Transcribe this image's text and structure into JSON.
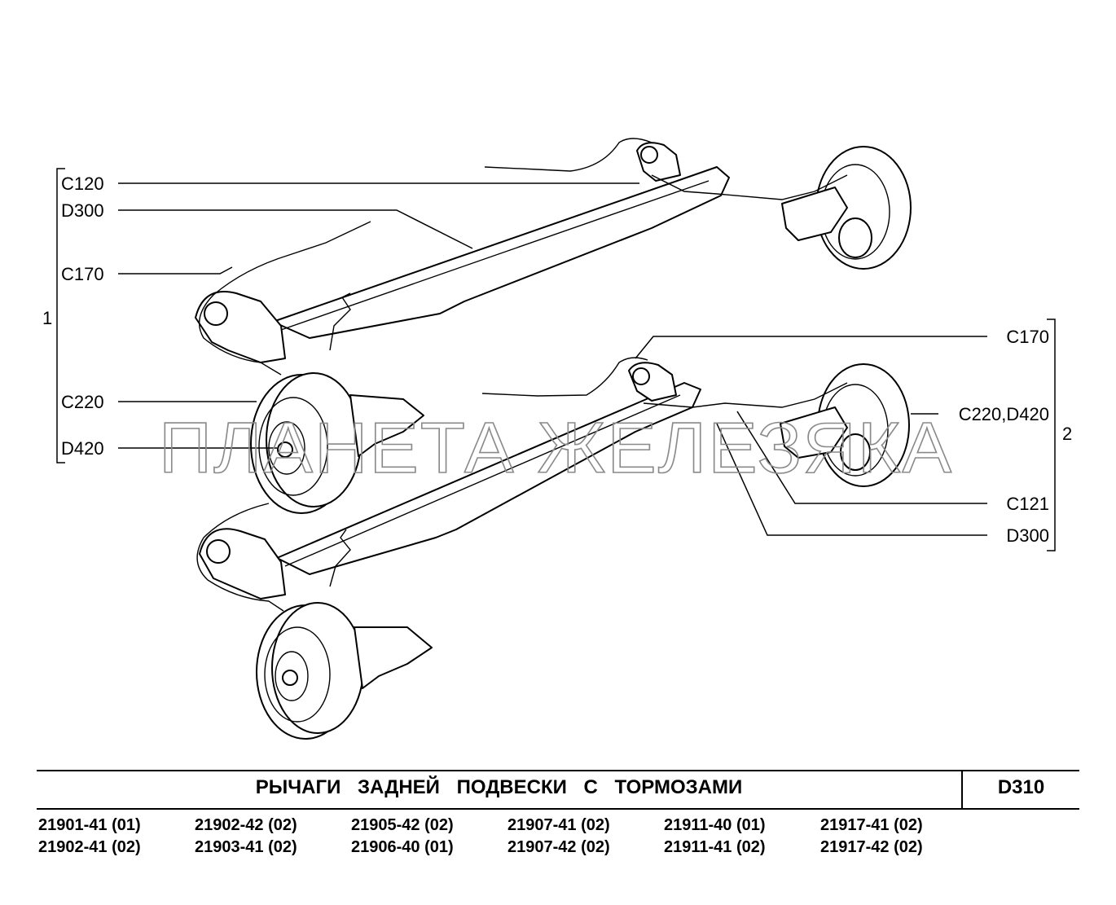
{
  "watermark": "ПЛАНЕТА ЖЕЛЕЗЯКА",
  "group_1": {
    "number": "1",
    "labels": [
      "C120",
      "D300",
      "C170",
      "C220",
      "D420"
    ]
  },
  "group_2": {
    "number": "2",
    "labels": [
      "C170",
      "C220,D420",
      "C121",
      "D300"
    ]
  },
  "title": "РЫЧАГИ ЗАДНЕЙ ПОДВЕСКИ С ТОРМОЗАМИ",
  "code": "D310",
  "models": [
    "21901-41 (01)",
    "21902-42 (02)",
    "21905-42 (02)",
    "21907-41 (02)",
    "21911-40 (01)",
    "21917-41 (02)",
    "21902-41 (02)",
    "21903-41 (02)",
    "21906-40 (01)",
    "21907-42 (02)",
    "21911-41 (02)",
    "21917-42 (02)"
  ]
}
